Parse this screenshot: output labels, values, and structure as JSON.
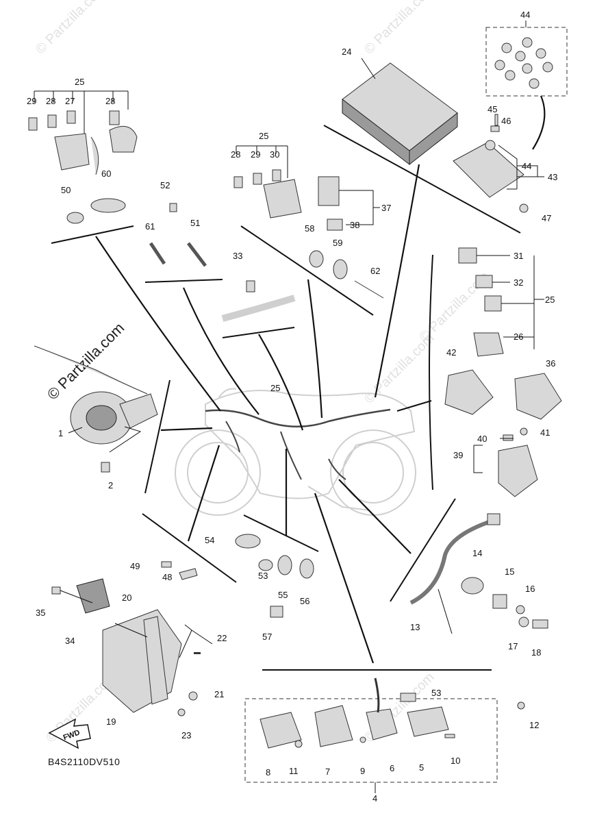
{
  "watermark": "© Partzilla.com",
  "diagram_code": "B4S2110DV510",
  "fwd_label": "FWD",
  "callouts": {
    "c1": "1",
    "c2": "2",
    "c4": "4",
    "c5": "5",
    "c6": "6",
    "c7": "7",
    "c8": "8",
    "c9": "9",
    "c10": "10",
    "c11": "11",
    "c12": "12",
    "c13": "13",
    "c14": "14",
    "c15": "15",
    "c16": "16",
    "c17": "17",
    "c18": "18",
    "c19": "19",
    "c20": "20",
    "c21": "21",
    "c22": "22",
    "c23": "23",
    "c24": "24",
    "c25": "25",
    "c26": "26",
    "c27": "27",
    "c28": "28",
    "c29": "29",
    "c30": "30",
    "c31": "31",
    "c32": "32",
    "c33": "33",
    "c34": "34",
    "c35": "35",
    "c36": "36",
    "c37": "37",
    "c38": "38",
    "c39": "39",
    "c40": "40",
    "c41": "41",
    "c42": "42",
    "c43": "43",
    "c44": "44",
    "c45": "45",
    "c46": "46",
    "c47": "47",
    "c48": "48",
    "c49": "49",
    "c50": "50",
    "c51": "51",
    "c52": "52",
    "c53": "53",
    "c54": "54",
    "c55": "55",
    "c56": "56",
    "c57": "57",
    "c58": "58",
    "c59": "59",
    "c60": "60",
    "c61": "61",
    "c62": "62"
  }
}
